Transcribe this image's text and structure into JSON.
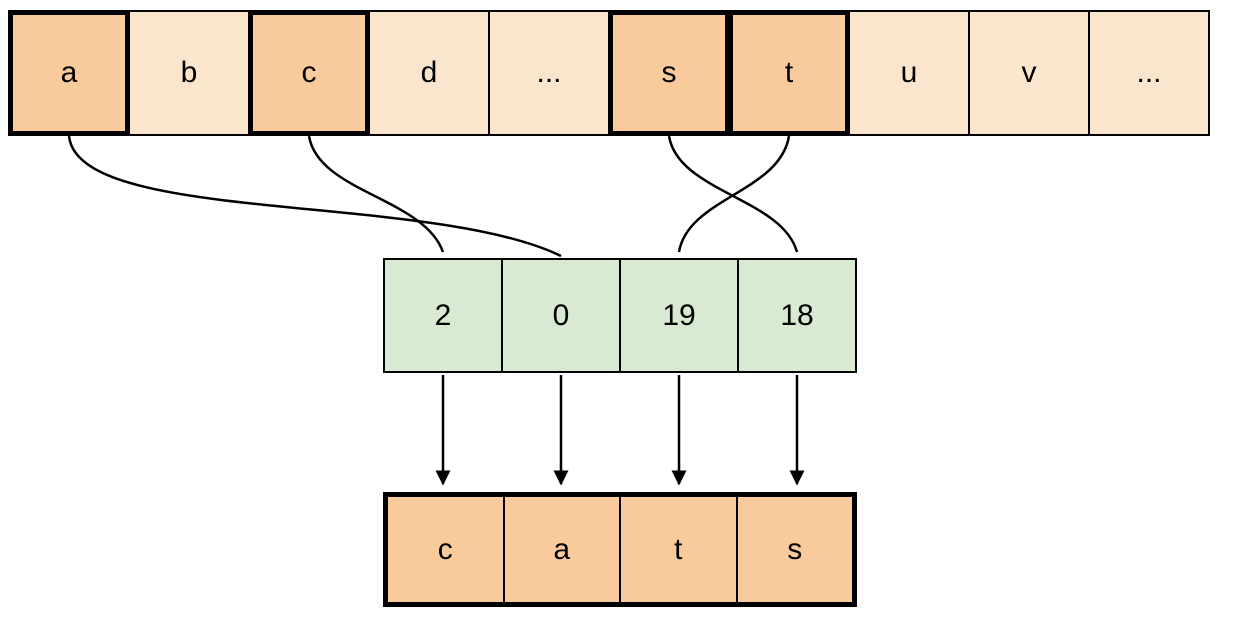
{
  "alphabet_row": {
    "cells": [
      {
        "label": "a",
        "highlighted": true
      },
      {
        "label": "b",
        "highlighted": false
      },
      {
        "label": "c",
        "highlighted": true
      },
      {
        "label": "d",
        "highlighted": false
      },
      {
        "label": "...",
        "highlighted": false
      },
      {
        "label": "s",
        "highlighted": true
      },
      {
        "label": "t",
        "highlighted": true
      },
      {
        "label": "u",
        "highlighted": false
      },
      {
        "label": "v",
        "highlighted": false
      },
      {
        "label": "...",
        "highlighted": false
      }
    ]
  },
  "index_row": {
    "cells": [
      {
        "value": "2"
      },
      {
        "value": "0"
      },
      {
        "value": "19"
      },
      {
        "value": "18"
      }
    ]
  },
  "word_row": {
    "cells": [
      {
        "letter": "c"
      },
      {
        "letter": "a"
      },
      {
        "letter": "t"
      },
      {
        "letter": "s"
      }
    ]
  },
  "connections": {
    "letter_to_index": [
      {
        "from": "a",
        "to": "0"
      },
      {
        "from": "c",
        "to": "2"
      },
      {
        "from": "s",
        "to": "18"
      },
      {
        "from": "t",
        "to": "19"
      }
    ],
    "index_to_word": [
      {
        "from": "2",
        "to": "c"
      },
      {
        "from": "0",
        "to": "a"
      },
      {
        "from": "19",
        "to": "t"
      },
      {
        "from": "18",
        "to": "s"
      }
    ]
  },
  "colors": {
    "highlight_fill": "#f9cb9c",
    "light_fill": "#fce5cd",
    "index_fill": "#d9ead3",
    "stroke": "#000000"
  }
}
